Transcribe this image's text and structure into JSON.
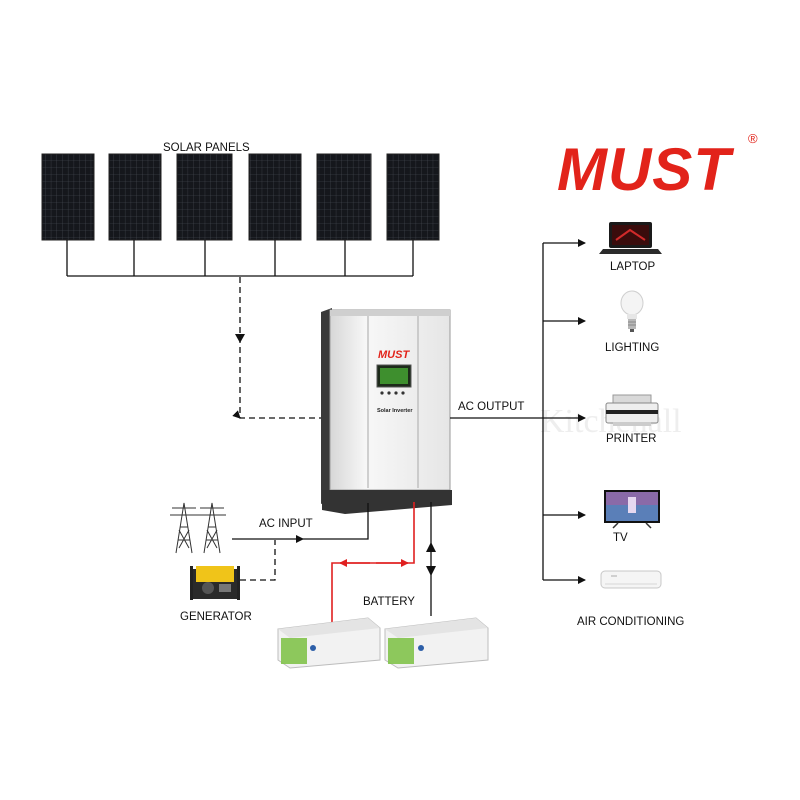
{
  "brand": {
    "logo_text": "MUST",
    "registered_mark": "®",
    "logo_color": "#e2231a"
  },
  "solar": {
    "label": "SOLAR PANELS",
    "panel_count": 6
  },
  "inverter": {
    "screen_logo": "MUST",
    "name": "Solar Inverter"
  },
  "connections": {
    "ac_output": "AC OUTPUT",
    "ac_input": "AC INPUT",
    "battery": "BATTERY",
    "generator": "GENERATOR"
  },
  "loads": [
    {
      "label": "LAPTOP",
      "icon": "laptop-icon"
    },
    {
      "label": "LIGHTING",
      "icon": "light-bulb-icon"
    },
    {
      "label": "PRINTER",
      "icon": "printer-icon"
    },
    {
      "label": "TV",
      "icon": "tv-icon"
    },
    {
      "label": "AIR CONDITIONING",
      "icon": "air-conditioner-icon"
    }
  ],
  "watermark": "Kitchenall",
  "colors": {
    "line": "#111111",
    "battery_positive": "#e02020",
    "battery_accent": "#7bc142"
  }
}
